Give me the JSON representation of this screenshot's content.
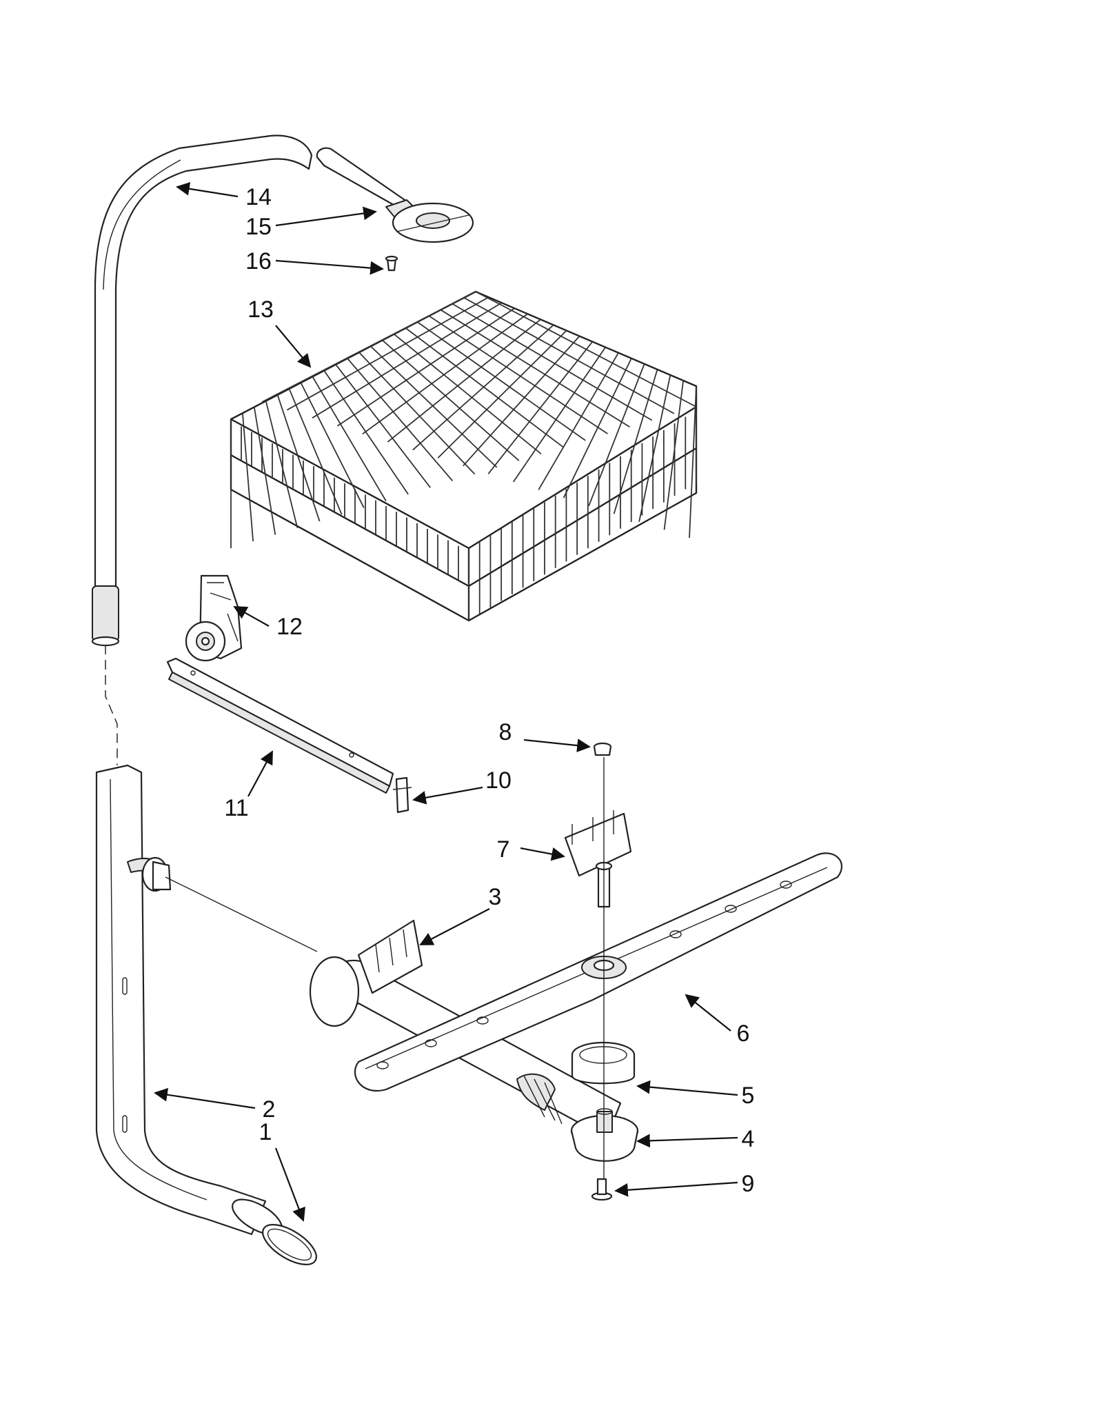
{
  "diagram": {
    "accent_color": "#111111",
    "background_color": "#ffffff",
    "callouts": [
      {
        "id": "1",
        "label": "1"
      },
      {
        "id": "2",
        "label": "2"
      },
      {
        "id": "3",
        "label": "3"
      },
      {
        "id": "4",
        "label": "4"
      },
      {
        "id": "5",
        "label": "5"
      },
      {
        "id": "6",
        "label": "6"
      },
      {
        "id": "7",
        "label": "7"
      },
      {
        "id": "8",
        "label": "8"
      },
      {
        "id": "9",
        "label": "9"
      },
      {
        "id": "10",
        "label": "10"
      },
      {
        "id": "11",
        "label": "11"
      },
      {
        "id": "12",
        "label": "12"
      },
      {
        "id": "13",
        "label": "13"
      },
      {
        "id": "14",
        "label": "14"
      },
      {
        "id": "15",
        "label": "15"
      },
      {
        "id": "16",
        "label": "16"
      }
    ]
  }
}
